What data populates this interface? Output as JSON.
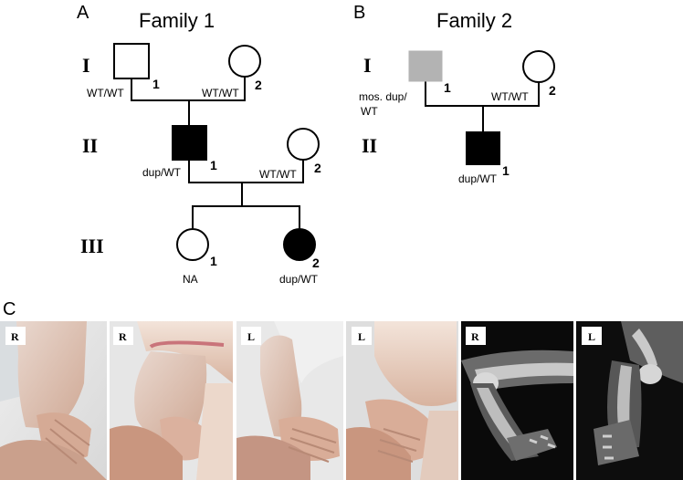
{
  "panels": {
    "a": "A",
    "b": "B",
    "c": "C"
  },
  "family1": {
    "title": "Family 1",
    "generations": [
      "I",
      "II",
      "III"
    ],
    "i1": {
      "number": "1",
      "genotype": "WT/WT"
    },
    "i2": {
      "number": "2",
      "genotype": "WT/WT"
    },
    "ii1": {
      "number": "1",
      "genotype": "dup/WT"
    },
    "ii2": {
      "number": "2",
      "genotype": "WT/WT"
    },
    "iii1": {
      "number": "1",
      "genotype": "NA"
    },
    "iii2": {
      "number": "2",
      "genotype": "dup/WT"
    }
  },
  "family2": {
    "title": "Family 2",
    "generations": [
      "I",
      "II"
    ],
    "i1": {
      "number": "1",
      "genotype_line1": "mos. dup/",
      "genotype_line2": "WT"
    },
    "i2": {
      "number": "2",
      "genotype": "WT/WT"
    },
    "ii1": {
      "number": "1",
      "genotype": "dup/WT"
    }
  },
  "photos": [
    {
      "label": "R",
      "kind": "photo"
    },
    {
      "label": "R",
      "kind": "photo"
    },
    {
      "label": "L",
      "kind": "photo"
    },
    {
      "label": "L",
      "kind": "photo"
    },
    {
      "label": "R",
      "kind": "xray"
    },
    {
      "label": "L",
      "kind": "xray"
    }
  ],
  "colors": {
    "affected": "#000000",
    "mosaic": "#b3b3b3",
    "unaffected": "#ffffff"
  }
}
